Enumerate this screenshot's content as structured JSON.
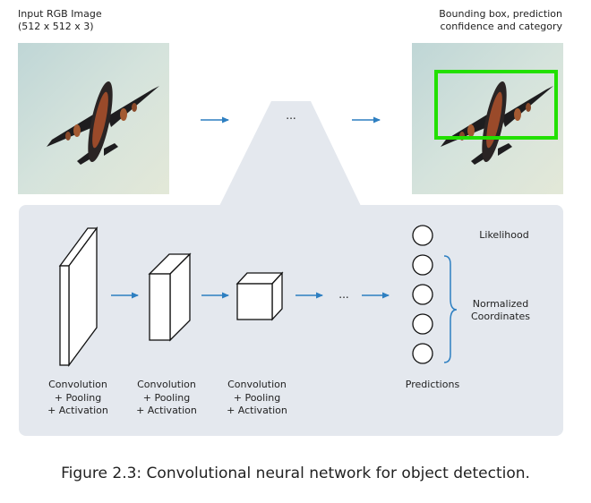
{
  "input": {
    "title": "Input RGB Image",
    "dims": "(512 x 512 x 3)"
  },
  "output": {
    "line1": "Bounding box, prediction",
    "line2": "confidence and category"
  },
  "ellipsis": "...",
  "layers": [
    {
      "line1": "Convolution",
      "line2": "+ Pooling",
      "line3": "+ Activation"
    },
    {
      "line1": "Convolution",
      "line2": "+ Pooling",
      "line3": "+ Activation"
    },
    {
      "line1": "Convolution",
      "line2": "+ Pooling",
      "line3": "+ Activation"
    }
  ],
  "outputs": {
    "likelihood": "Likelihood",
    "coords_line1": "Normalized",
    "coords_line2": "Coordinates",
    "predictions": "Predictions"
  },
  "caption": "Figure 2.3: Convolutional neural network for object detection.",
  "colors": {
    "arrow": "#2d7fc1",
    "bbox": "#22e000",
    "panel": "#e4e8ee",
    "brace": "#2d7fc1"
  }
}
